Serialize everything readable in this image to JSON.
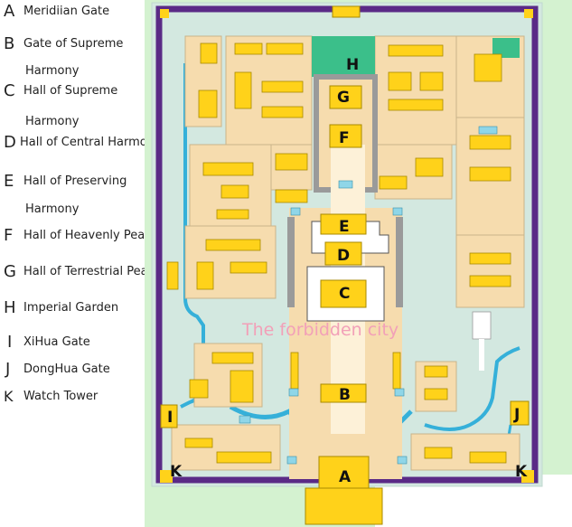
{
  "legend": {
    "items": [
      {
        "letter": "A",
        "text": "Meridiian Gate"
      },
      {
        "letter": "B",
        "text": "Gate of Supreme"
      },
      {
        "letter": "C",
        "text": "Hall of Supreme"
      },
      {
        "letter": "D",
        "text": "Hall of Central Harmony"
      },
      {
        "letter": "E",
        "text": "Hall of Preserving"
      },
      {
        "letter": "F",
        "text": "Hall of Heavenly Peace"
      },
      {
        "letter": "G",
        "text": "Hall of Terrestrial Peace"
      },
      {
        "letter": "H",
        "text": "Imperial Garden"
      },
      {
        "letter": "I",
        "text": "XiHua Gate"
      },
      {
        "letter": "J",
        "text": "DongHua Gate"
      },
      {
        "letter": "K",
        "text": "Watch Tower"
      }
    ],
    "continuations": [
      "Harmony",
      "Harmony",
      "Harmony"
    ]
  },
  "map": {
    "labels": {
      "A": "A",
      "B": "B",
      "C": "C",
      "D": "D",
      "E": "E",
      "F": "F",
      "G": "G",
      "H": "H",
      "I": "I",
      "J": "J",
      "K1": "K",
      "K2": "K"
    },
    "watermark": "The forbidden city"
  },
  "colors": {
    "green": "#d4f2d0",
    "courtyard": "#d3e8e0",
    "plaza": "#f6dcae",
    "wall": "#5a2a86",
    "building": "#ffd21a",
    "building_edge": "#a88a00",
    "water": "#35b0d9",
    "roof_gray": "#9a9a9a",
    "teal": "#3bbf8a"
  }
}
